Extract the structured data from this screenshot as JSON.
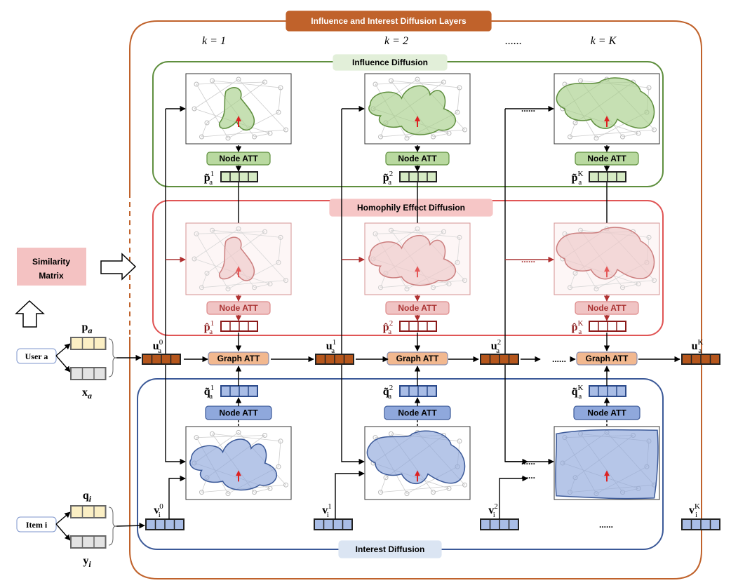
{
  "outer": {
    "title": "Influence and Interest Diffusion Layers",
    "color": "#c0622b"
  },
  "k_labels": [
    "k = 1",
    "k = 2",
    "......",
    "k = K"
  ],
  "influence": {
    "title": "Influence Diffusion",
    "color": "#5f8f3e",
    "fill": "#a8cf8a",
    "node_att": "Node ATT",
    "vectors": [
      {
        "base": "p̃",
        "sub": "a",
        "sup": "1"
      },
      {
        "base": "p̃",
        "sub": "a",
        "sup": "2"
      },
      {
        "base": "p̃",
        "sub": "a",
        "sup": "K"
      }
    ]
  },
  "homophily": {
    "title": "Homophily Effect Diffusion",
    "color": "#e05555",
    "fill": "#e8b5b5",
    "node_att": "Node ATT",
    "vectors": [
      {
        "base": "p̂",
        "sub": "a",
        "sup": "1"
      },
      {
        "base": "p̂",
        "sub": "a",
        "sup": "2"
      },
      {
        "base": "p̂",
        "sub": "a",
        "sup": "K"
      }
    ]
  },
  "interest": {
    "title": "Interest Diffusion",
    "color": "#3b5998",
    "fill": "#8fa8dc",
    "node_att": "Node ATT",
    "vectors": [
      {
        "base": "q̃",
        "sub": "a",
        "sup": "1"
      },
      {
        "base": "q̃",
        "sub": "a",
        "sup": "2"
      },
      {
        "base": "q̃",
        "sub": "a",
        "sup": "K"
      }
    ]
  },
  "graph_att": "Graph ATT",
  "user_vectors": [
    {
      "base": "u",
      "sub": "a",
      "sup": "0"
    },
    {
      "base": "u",
      "sub": "a",
      "sup": "1"
    },
    {
      "base": "u",
      "sub": "a",
      "sup": "2"
    },
    {
      "base": "u",
      "sub": "a",
      "sup": "K"
    }
  ],
  "item_vectors": [
    {
      "base": "v",
      "sub": "i",
      "sup": "0"
    },
    {
      "base": "v",
      "sub": "i",
      "sup": "1"
    },
    {
      "base": "v",
      "sub": "i",
      "sup": "2"
    },
    {
      "base": "v",
      "sub": "i",
      "sup": "K"
    }
  ],
  "ellipsis": "......",
  "similarity_matrix": [
    "Similarity",
    "Matrix"
  ],
  "user": {
    "label": "User a",
    "p": {
      "base": "p",
      "sub": "a"
    },
    "x": {
      "base": "x",
      "sub": "a"
    }
  },
  "item": {
    "label": "Item i",
    "q": {
      "base": "q",
      "sub": "i"
    },
    "y": {
      "base": "y",
      "sub": "i"
    }
  },
  "colors": {
    "user_vec": "#b5561c",
    "item_vec": "#a9bde6",
    "p_vec": "#fbefc4",
    "x_vec": "#e3e3e3",
    "graph_att": "#f2b88f",
    "sim": "#f4c2c2"
  }
}
